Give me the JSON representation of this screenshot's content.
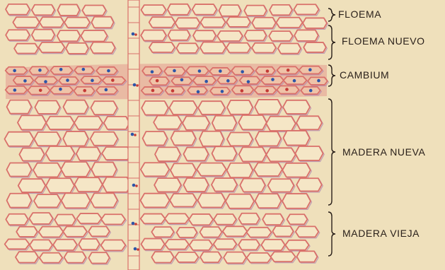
{
  "labels": {
    "floema": "FLOEMA",
    "floema_nuevo": "FLOEMA NUEVO",
    "cambium": "CAMBIUM",
    "madera_nueva": "MADERA NUEVA",
    "madera_vieja": "MADERA VIEJA"
  },
  "colors": {
    "background": "#efe0bb",
    "cell_wall": "#d9706a",
    "cell_wall_shadow": "#a87fae",
    "cell_fill": "#f5e6c6",
    "cambium_band": "#e49a90",
    "nucleus_blue": "#2d55a8",
    "nucleus_red": "#c53a36",
    "label_text": "#2a201a"
  }
}
